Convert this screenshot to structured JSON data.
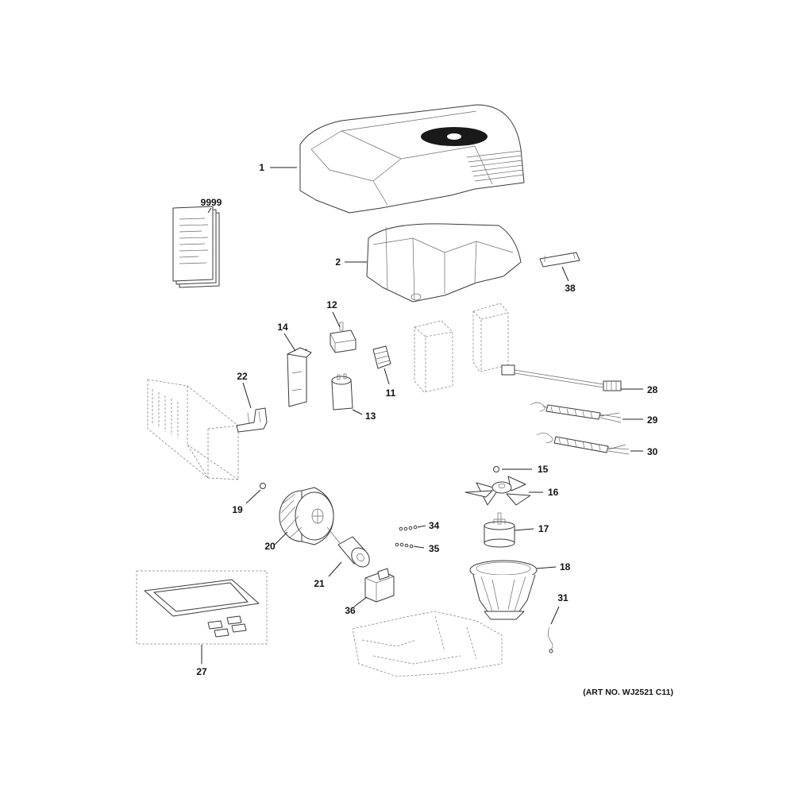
{
  "callouts": {
    "c1": "1",
    "c2": "2",
    "c9999": "9999",
    "c38": "38",
    "c12": "12",
    "c14": "14",
    "c11": "11",
    "c13": "13",
    "c22": "22",
    "c28": "28",
    "c29": "29",
    "c30": "30",
    "c15": "15",
    "c16": "16",
    "c17": "17",
    "c19": "19",
    "c20": "20",
    "c21": "21",
    "c34": "34",
    "c35": "35",
    "c18": "18",
    "c36": "36",
    "c31": "31",
    "c27": "27"
  },
  "art_number": "(ART NO. WJ2521 C11)",
  "colors": {
    "line": "#222222",
    "label": "#111111",
    "background": "#ffffff"
  }
}
